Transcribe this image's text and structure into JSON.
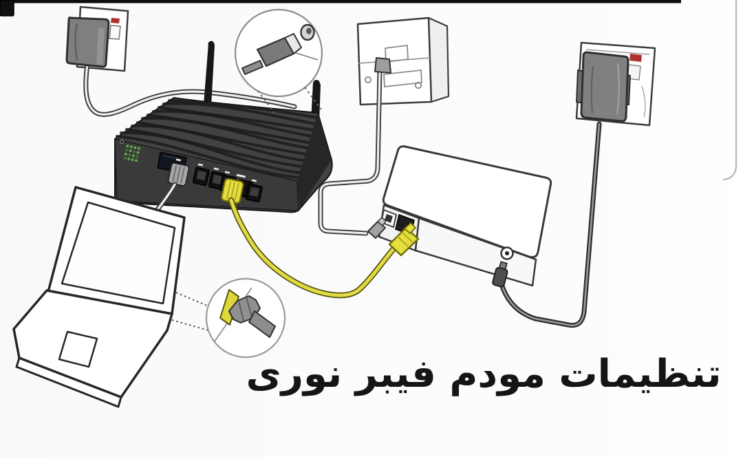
{
  "caption": {
    "text": "تنظیمات مودم فیبر نوری"
  },
  "colors": {
    "background": "#fcfcfc",
    "top_bar": "#0d0d0d",
    "outline": "#333333",
    "router_body": "#404040",
    "adapter_gray": "#7f7f7f",
    "cable_yellow": "#e0dc41",
    "indicator_red": "#b03030",
    "led_green": "#5fa84f",
    "caption_text": "#151515"
  },
  "icons": {
    "wall_socket_left": "wall-socket-with-plugged-power-adapter",
    "dc_callout": "dc-barrel-plug-into-power-jack-magnifier",
    "telecom_wall_outlet": "wall-mounted-telecom-outlet-with-gray-cable",
    "router": "black-wireless-router-two-antennas-six-ports",
    "ont_modem": "white-ont-modem-optical-port-lan-port-power-jack",
    "laptop": "open-white-laptop",
    "ethernet_callout": "rj45-ethernet-plug-into-laptop-port-magnifier",
    "wall_socket_right": "wall-socket-with-plugged-power-adapter",
    "cable_gray_lan": "gray-ethernet-cable-router-to-laptop",
    "cable_yellow_lan": "yellow-ethernet-cable-router-to-modem",
    "cable_power_right": "power-cable-modem-to-right-adapter",
    "cable_power_left": "power-cable-left-adapter-to-router",
    "cable_wallbox": "gray-cable-wall-outlet-to-modem"
  }
}
